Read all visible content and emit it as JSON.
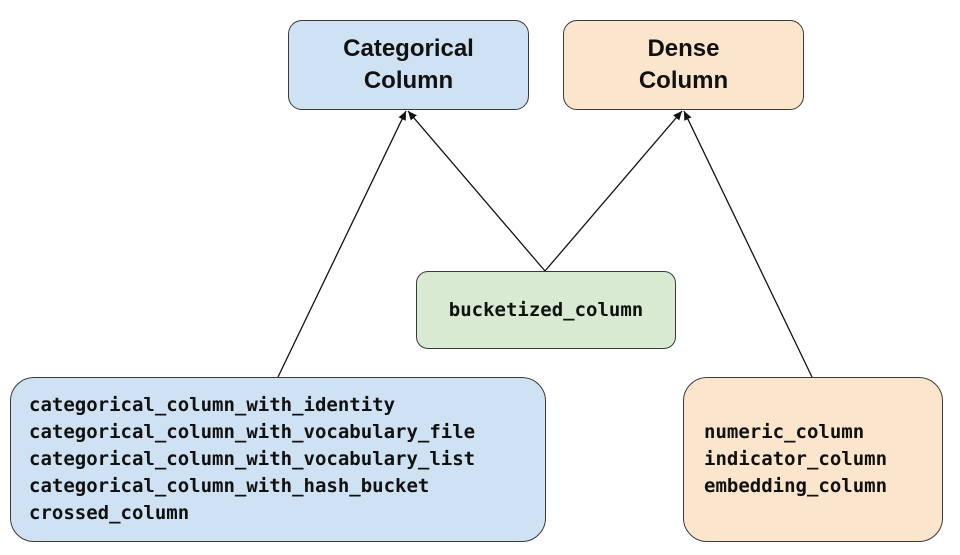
{
  "nodes": {
    "categorical": {
      "line1": "Categorical",
      "line2": "Column"
    },
    "dense": {
      "line1": "Dense",
      "line2": "Column"
    },
    "bucketized": {
      "label": "bucketized_column"
    },
    "categorical_list": {
      "items": [
        "categorical_column_with_identity",
        "categorical_column_with_vocabulary_file",
        "categorical_column_with_vocabulary_list",
        "categorical_column_with_hash_bucket",
        "crossed_column"
      ]
    },
    "dense_list": {
      "items": [
        "numeric_column",
        "indicator_column",
        "embedding_column"
      ]
    }
  },
  "colors": {
    "blue_fill": "#cfe2f3",
    "orange_fill": "#fce5cd",
    "green_fill": "#d9ead3",
    "stroke": "#3a3a3a"
  }
}
